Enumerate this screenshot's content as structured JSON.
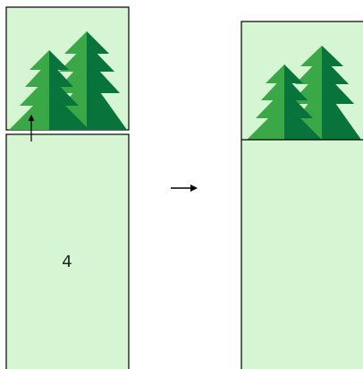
{
  "left_panel": {
    "top_tile": {
      "fill": "#d6f5d3",
      "icon": "pine-trees"
    },
    "bottom_tile": {
      "fill": "#d6f5d3",
      "number": "4"
    },
    "arrow": {
      "direction": "up"
    }
  },
  "transition_arrow": {
    "direction": "right"
  },
  "right_panel": {
    "merged_tile": {
      "fill": "#d6f5d3",
      "icon": "pine-trees"
    }
  },
  "colors": {
    "tile_fill": "#d6f5d3",
    "tree_light": "#3aa847",
    "tree_dark": "#08733a",
    "stroke": "#000000"
  }
}
